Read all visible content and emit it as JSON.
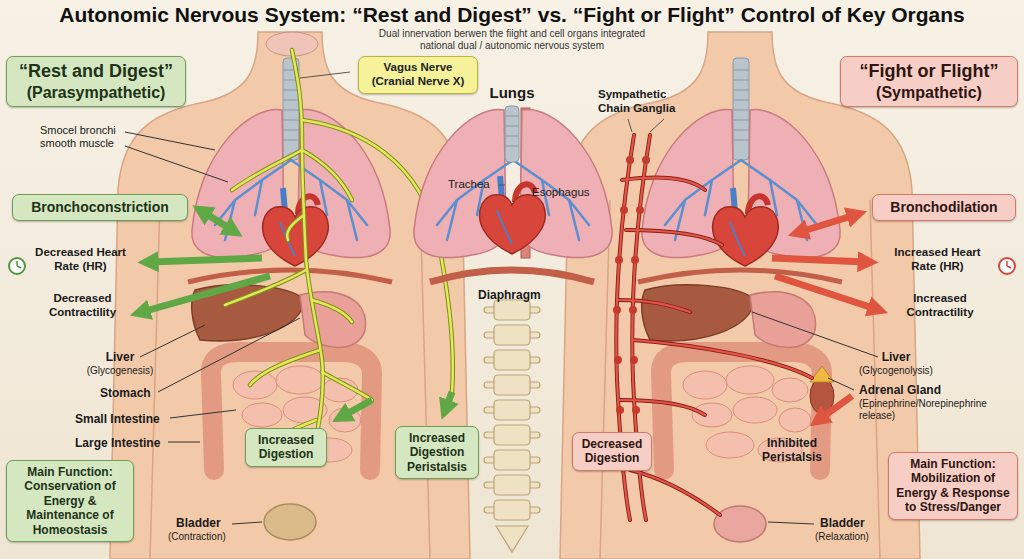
{
  "diagram": {
    "title": "Autonomic Nervous System: “Rest and Digest” vs. “Fight or Flight” Control of Key Organs",
    "nodes": [
      {
        "text": [
          "“Rest and Digest”",
          "(Parasympathetic)"
        ]
      },
      {
        "text": [
          "Vagus Nerve (Cranial Nerve X)"
        ]
      },
      {
        "text": [
          "“Fight or Flight”",
          "(Sympathetic)"
        ]
      },
      {
        "text": [
          "Bronchoconstriction"
        ]
      },
      {
        "text": [
          "Bronchodilation"
        ]
      },
      {
        "text": [
          "Increased Digestion"
        ]
      },
      {
        "text": [
          "Increased Digestion Peristalsis"
        ]
      },
      {
        "text": [
          "Decreased Digestion"
        ]
      },
      {
        "text": [
          "Main Function: Conservation of Energy & Maintenance of Homeostasis"
        ]
      },
      {
        "text": [
          "Main Function: Mobilization of Energy & Response to Stress/Danger"
        ]
      }
    ],
    "labels": [
      "Dual innervation berwen the fiight and cell organs integrated national dual / autonomic nervous system",
      "Smocel bronchi smooth muscle",
      "Decreased Heart Rate (HR)",
      "Decreased Contractility",
      "Liver",
      "(Glycogenesis)",
      "Stomach",
      "Small Intestine",
      "Large Intestine",
      "Bladder",
      "(Contraction)",
      "Lungs",
      "Trachea",
      "Esophagus",
      "Diaphragm",
      "Sympathetic Chain Ganglia",
      "Increased Heart Rate (HR)",
      "Increased Contractility",
      "Liver",
      "(Glycogenolysis)",
      "Adrenal Gland",
      "(Epinephrine/Norepinephrine release)",
      "Inhibited Peristalsis",
      "Bladder",
      "(Relaxation)"
    ]
  }
}
